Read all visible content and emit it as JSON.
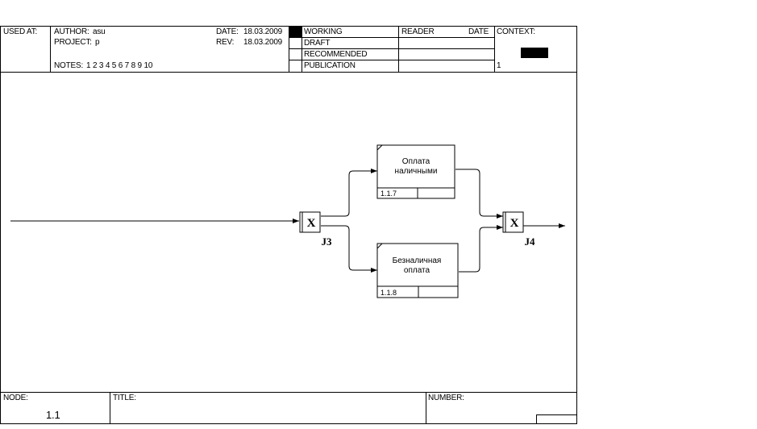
{
  "header": {
    "used_at_label": "USED AT:",
    "author_label": "AUTHOR:",
    "author_value": "asu",
    "project_label": "PROJECT:",
    "project_value": "p",
    "notes_label": "NOTES:",
    "notes_value": "1 2 3 4 5 6 7 8 9 10",
    "date_label": "DATE:",
    "date_value": "18.03.2009",
    "rev_label": "REV:",
    "rev_value": "18.03.2009",
    "status": [
      "WORKING",
      "DRAFT",
      "RECOMMENDED",
      "PUBLICATION"
    ],
    "reader_label": "READER",
    "reader_date_label": "DATE",
    "context_label": "CONTEXT:",
    "context_number": "1"
  },
  "diagram": {
    "boxes": [
      {
        "label_line1": "Оплата",
        "label_line2": "наличными",
        "number": "1.1.7"
      },
      {
        "label_line1": "Безналичная",
        "label_line2": "оплата",
        "number": "1.1.8"
      }
    ],
    "junctions": [
      {
        "symbol": "X",
        "label": "J3"
      },
      {
        "symbol": "X",
        "label": "J4"
      }
    ]
  },
  "footer": {
    "node_label": "NODE:",
    "node_value": "1.1",
    "title_label": "TITLE:",
    "title_value": "",
    "number_label": "NUMBER:"
  }
}
